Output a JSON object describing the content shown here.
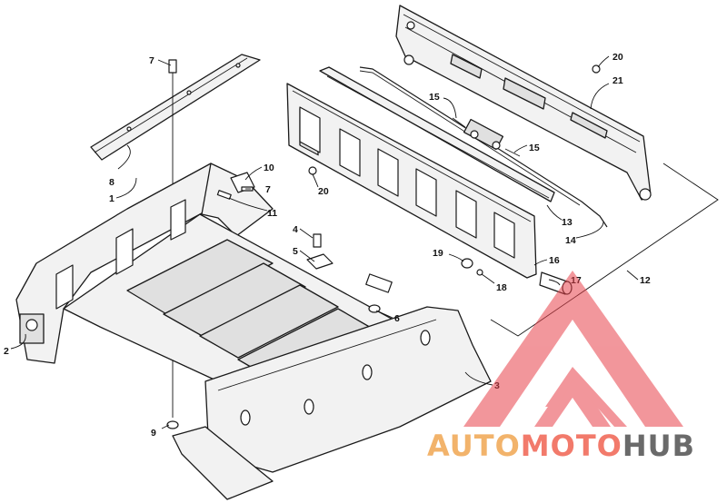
{
  "diagram": {
    "callouts": [
      {
        "id": "c1",
        "text": "1"
      },
      {
        "id": "c2",
        "text": "2"
      },
      {
        "id": "c3",
        "text": "3"
      },
      {
        "id": "c4",
        "text": "4"
      },
      {
        "id": "c5",
        "text": "5"
      },
      {
        "id": "c6",
        "text": "6"
      },
      {
        "id": "c7a",
        "text": "7"
      },
      {
        "id": "c7b",
        "text": "7"
      },
      {
        "id": "c8",
        "text": "8"
      },
      {
        "id": "c9",
        "text": "9"
      },
      {
        "id": "c10",
        "text": "10"
      },
      {
        "id": "c11",
        "text": "11"
      },
      {
        "id": "c12",
        "text": "12"
      },
      {
        "id": "c13",
        "text": "13"
      },
      {
        "id": "c14",
        "text": "14"
      },
      {
        "id": "c15a",
        "text": "15"
      },
      {
        "id": "c15b",
        "text": "15"
      },
      {
        "id": "c16",
        "text": "16"
      },
      {
        "id": "c17",
        "text": "17"
      },
      {
        "id": "c18",
        "text": "18"
      },
      {
        "id": "c19",
        "text": "19"
      },
      {
        "id": "c20a",
        "text": "20"
      },
      {
        "id": "c20b",
        "text": "20"
      },
      {
        "id": "c21",
        "text": "21"
      }
    ]
  },
  "watermark": {
    "word_1": "AUTO",
    "word_2": "MOTO",
    "word_3": "HUB",
    "color_1": "#f2b36b",
    "color_2": "#f27a6b",
    "color_3": "#6a6a6a",
    "logo_color": "#e8424a"
  }
}
